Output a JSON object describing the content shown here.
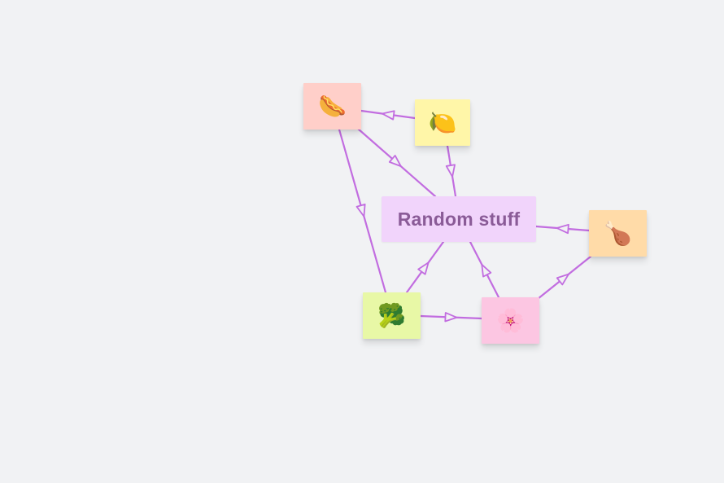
{
  "center": {
    "label": "Random stuff",
    "color": "#f1d4fb"
  },
  "edge_color": "#c26de0",
  "nodes": [
    {
      "id": "hotdog",
      "icon": "hotdog-icon",
      "glyph": "🌭",
      "color": "#ffcfc9"
    },
    {
      "id": "lemon",
      "icon": "lemon-icon",
      "glyph": "🍋",
      "color": "#fff6a8"
    },
    {
      "id": "drumstick",
      "icon": "drumstick-icon",
      "glyph": "🍗",
      "color": "#ffdba8"
    },
    {
      "id": "broccoli",
      "icon": "broccoli-icon",
      "glyph": "🥦",
      "color": "#e8f8a6"
    },
    {
      "id": "blossom",
      "icon": "blossom-icon",
      "glyph": "🌸",
      "color": "#fcc6e2"
    }
  ],
  "edges": [
    {
      "from": "lemon",
      "to": "hotdog"
    },
    {
      "from": "hotdog",
      "to": "center"
    },
    {
      "from": "lemon",
      "to": "center"
    },
    {
      "from": "hotdog",
      "to": "broccoli"
    },
    {
      "from": "drumstick",
      "to": "center"
    },
    {
      "from": "broccoli",
      "to": "center"
    },
    {
      "from": "blossom",
      "to": "center"
    },
    {
      "from": "broccoli",
      "to": "blossom"
    },
    {
      "from": "blossom",
      "to": "drumstick"
    }
  ]
}
